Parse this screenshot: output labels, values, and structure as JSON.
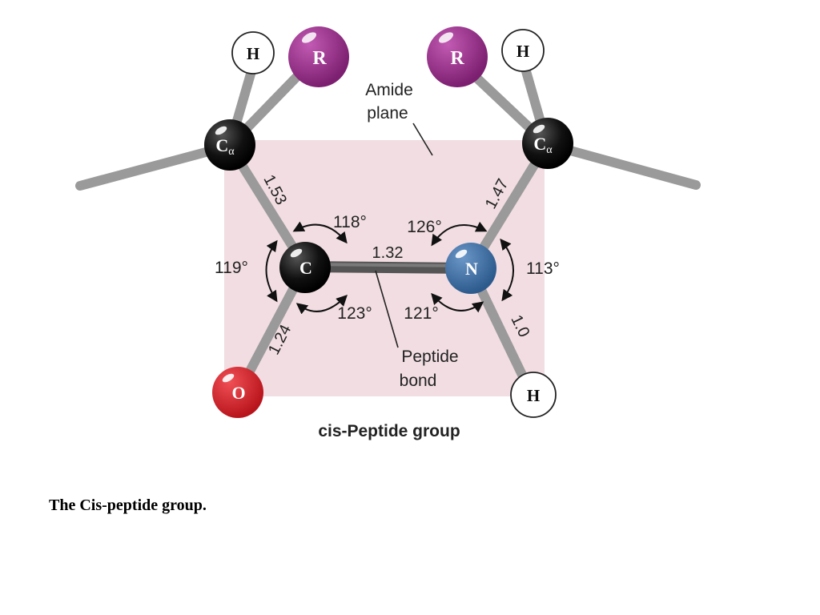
{
  "diagram": {
    "title": "cis-Peptide group",
    "atoms": {
      "h_left": "H",
      "r_left": "R",
      "ca_left": "C",
      "ca_left_sub": "α",
      "c": "C",
      "o": "O",
      "n": "N",
      "ca_right": "C",
      "ca_right_sub": "α",
      "r_right": "R",
      "h_right": "H",
      "h_n": "H"
    },
    "bond_lengths": {
      "ca_c": "1.53",
      "c_n": "1.32",
      "n_ca": "1.47",
      "c_o": "1.24",
      "n_h": "1.0"
    },
    "bond_angles": {
      "ca_c_n": "118°",
      "c_n_ca": "126°",
      "ca_c_o": "119°",
      "ca_n_h": "113°",
      "o_c_n": "123°",
      "c_n_h": "121°"
    },
    "annotations": {
      "amide_plane_line1": "Amide",
      "amide_plane_line2": "plane",
      "peptide_bond_line1": "Peptide",
      "peptide_bond_line2": "bond"
    },
    "colors": {
      "plane": "#f4e4e8",
      "carbon": "#111111",
      "r_group": "#9c2f8c",
      "nitrogen": "#3e6fa5",
      "oxygen": "#d9222c",
      "hydrogen": "#ffffff",
      "bond": "#9a9a9a"
    }
  },
  "caption": "The Cis-peptide group."
}
